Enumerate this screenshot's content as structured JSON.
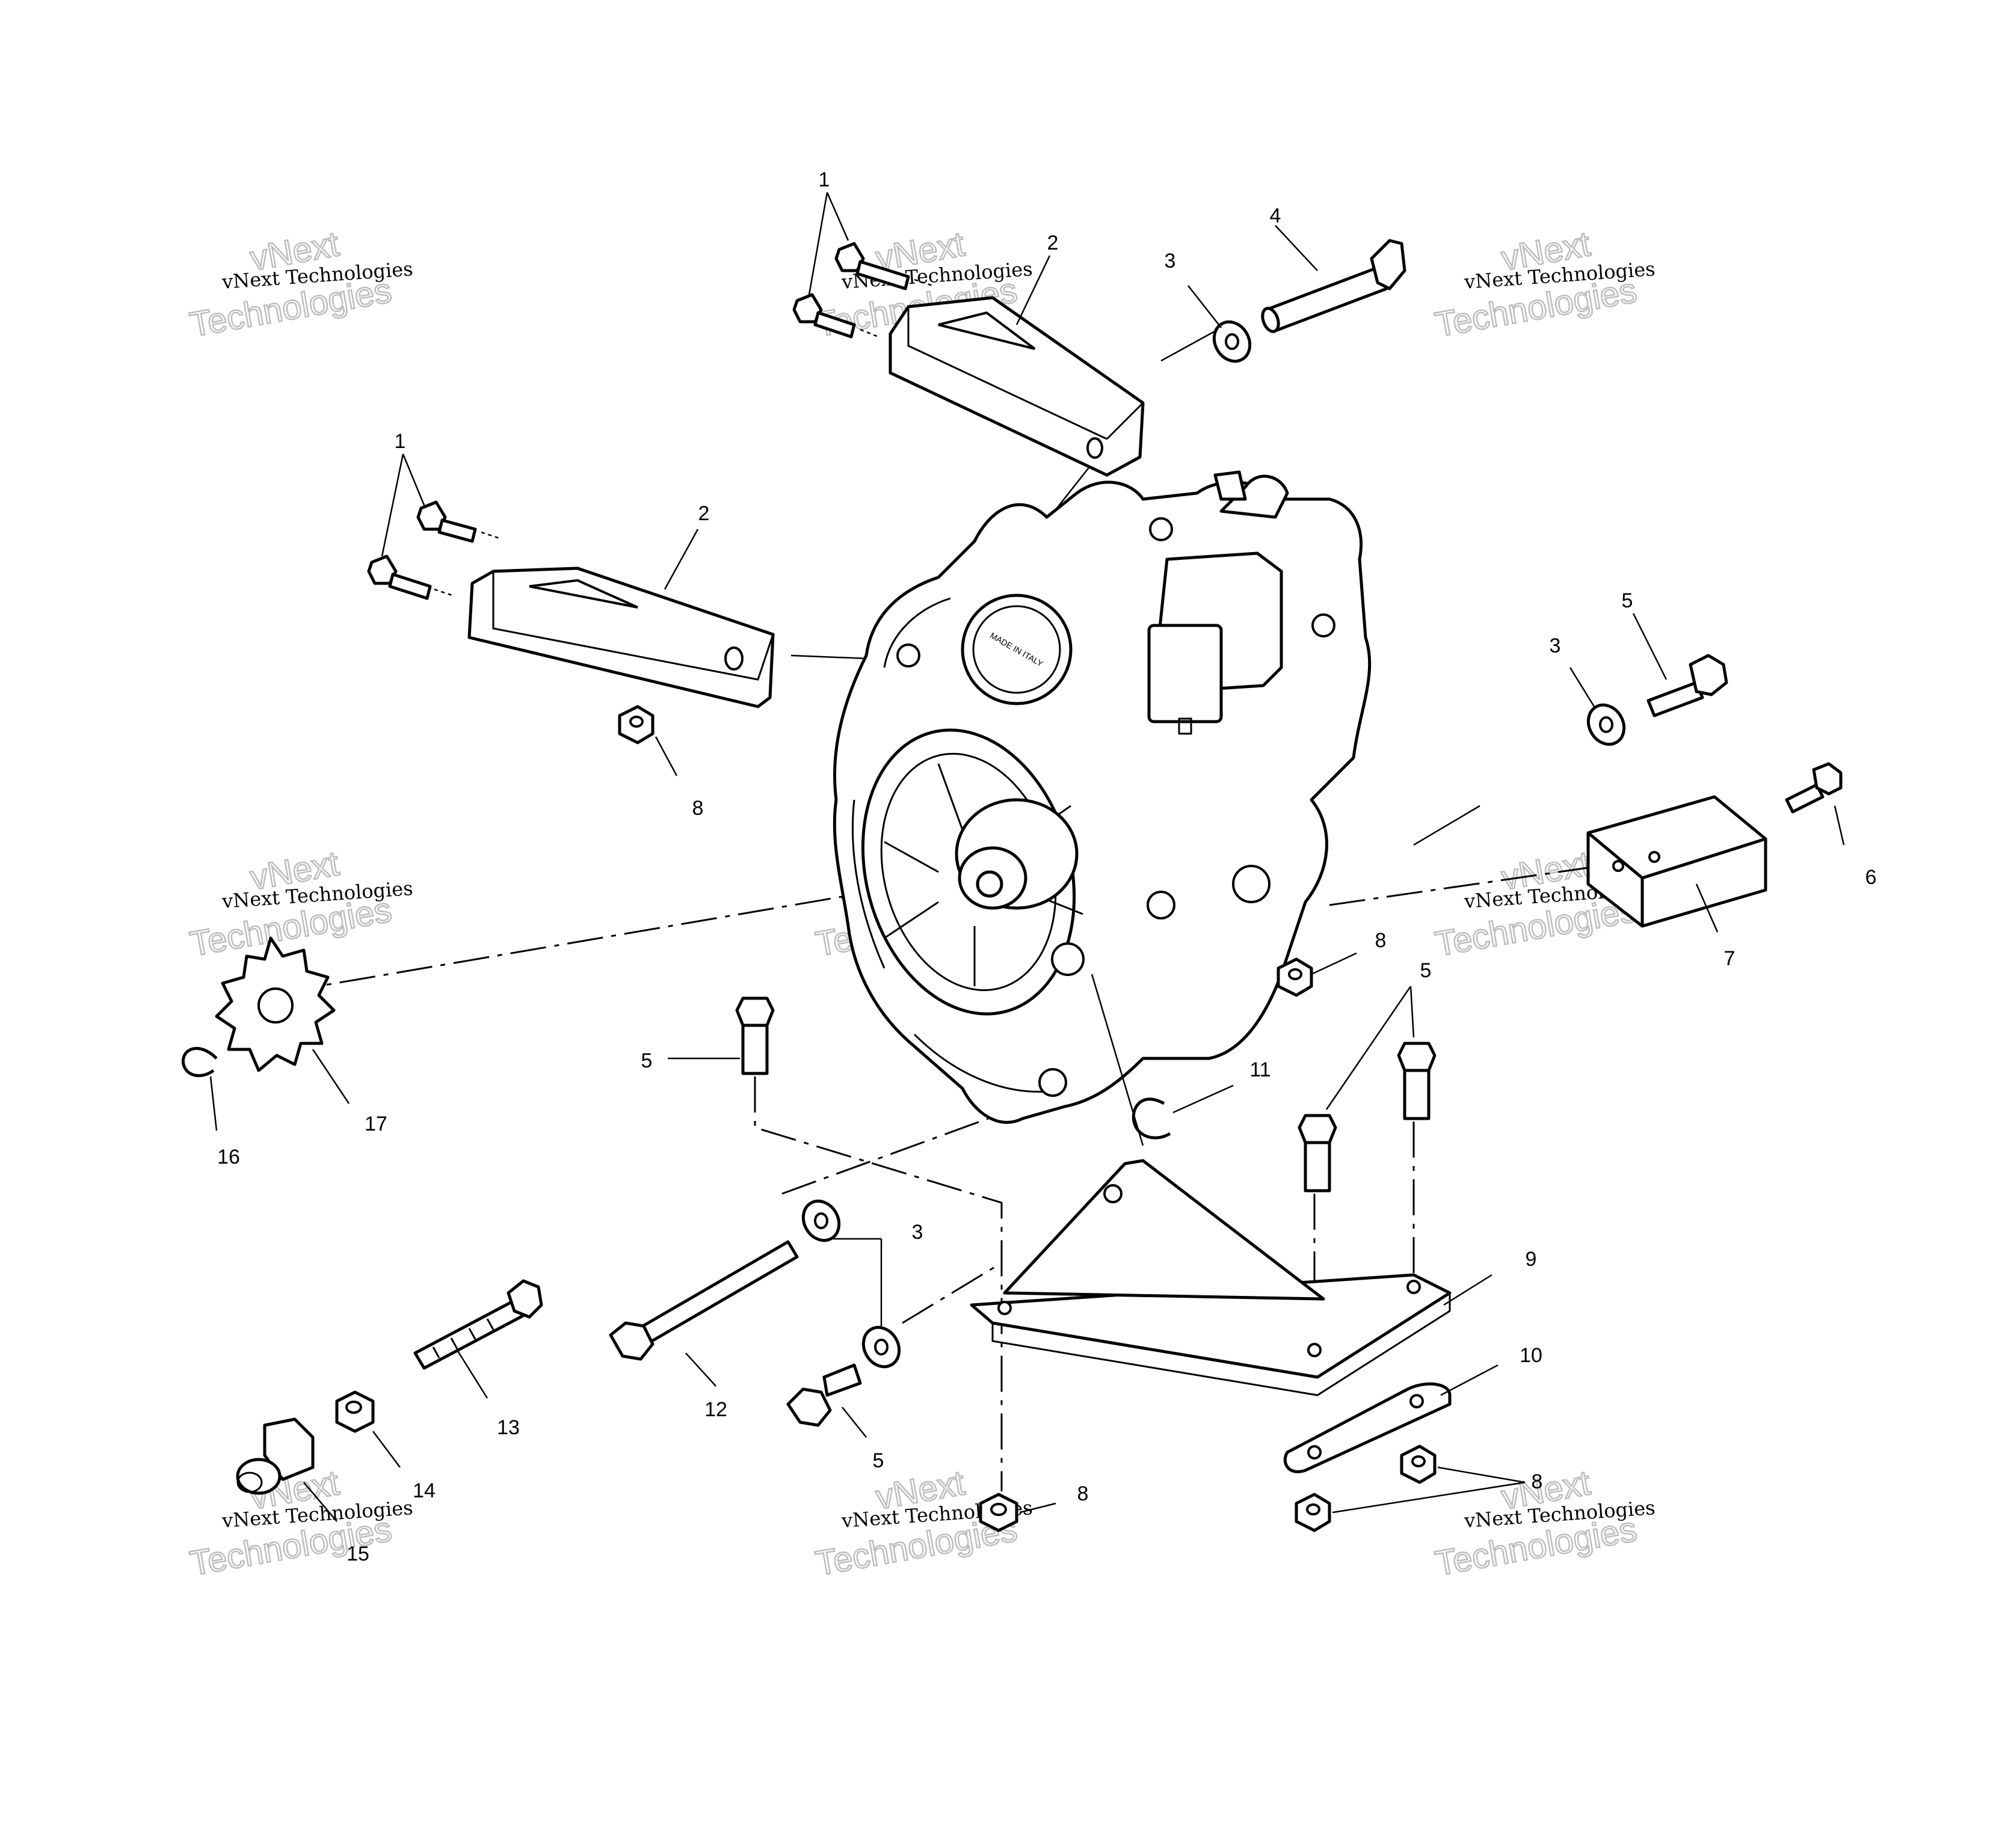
{
  "diagram": {
    "callouts": [
      {
        "id": "c-1a",
        "text": "1"
      },
      {
        "id": "c-1b",
        "text": "1"
      },
      {
        "id": "c-2a",
        "text": "2"
      },
      {
        "id": "c-2b",
        "text": "2"
      },
      {
        "id": "c-3a",
        "text": "3"
      },
      {
        "id": "c-3b",
        "text": "3"
      },
      {
        "id": "c-3c",
        "text": "3"
      },
      {
        "id": "c-4",
        "text": "4"
      },
      {
        "id": "c-5a",
        "text": "5"
      },
      {
        "id": "c-5b",
        "text": "5"
      },
      {
        "id": "c-5c",
        "text": "5"
      },
      {
        "id": "c-5d",
        "text": "5"
      },
      {
        "id": "c-6",
        "text": "6"
      },
      {
        "id": "c-7",
        "text": "7"
      },
      {
        "id": "c-8a",
        "text": "8"
      },
      {
        "id": "c-8b",
        "text": "8"
      },
      {
        "id": "c-8c",
        "text": "8"
      },
      {
        "id": "c-8d",
        "text": "8"
      },
      {
        "id": "c-9",
        "text": "9"
      },
      {
        "id": "c-10",
        "text": "10"
      },
      {
        "id": "c-11",
        "text": "11"
      },
      {
        "id": "c-12",
        "text": "12"
      },
      {
        "id": "c-13",
        "text": "13"
      },
      {
        "id": "c-14",
        "text": "14"
      },
      {
        "id": "c-15",
        "text": "15"
      },
      {
        "id": "c-16",
        "text": "16"
      },
      {
        "id": "c-17",
        "text": "17"
      }
    ],
    "watermark": {
      "small": "vNext Technologies",
      "big_top": "vNext",
      "big_bottom": "Technologies"
    },
    "stamp": "MADE IN ITALY"
  }
}
